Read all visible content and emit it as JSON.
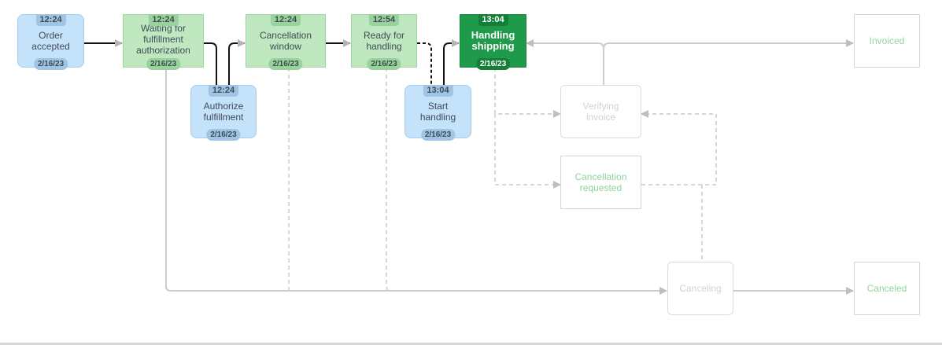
{
  "nodes": {
    "order_accepted": {
      "label": "Order accepted",
      "time": "12:24",
      "date": "2/16/23"
    },
    "waiting_fulfillment_authorization": {
      "label": "Waiting for fulfillment authorization",
      "time": "12:24",
      "date": "2/16/23"
    },
    "authorize_fulfillment": {
      "label": "Authorize fulfillment",
      "time": "12:24",
      "date": "2/16/23"
    },
    "cancellation_window": {
      "label": "Cancellation window",
      "time": "12:24",
      "date": "2/16/23"
    },
    "ready_for_handling": {
      "label": "Ready for handling",
      "time": "12:54",
      "date": "2/16/23"
    },
    "start_handling": {
      "label": "Start handling",
      "time": "13:04",
      "date": "2/16/23"
    },
    "handling_shipping": {
      "label": "Handling shipping",
      "time": "13:04",
      "date": "2/16/23"
    },
    "verifying_invoice": {
      "label": "Verifying invoice"
    },
    "cancellation_requested": {
      "label": "Cancellation requested"
    },
    "invoiced": {
      "label": "Invoiced"
    },
    "canceling": {
      "label": "Canceling"
    },
    "canceled": {
      "label": "Canceled"
    }
  },
  "colors": {
    "completed_task": "#c5e2fb",
    "completed_state": "#bfe8c0",
    "current_state": "#1f9a4a",
    "edge_taken": "#111111",
    "edge_inactive": "#c8c8cc"
  }
}
